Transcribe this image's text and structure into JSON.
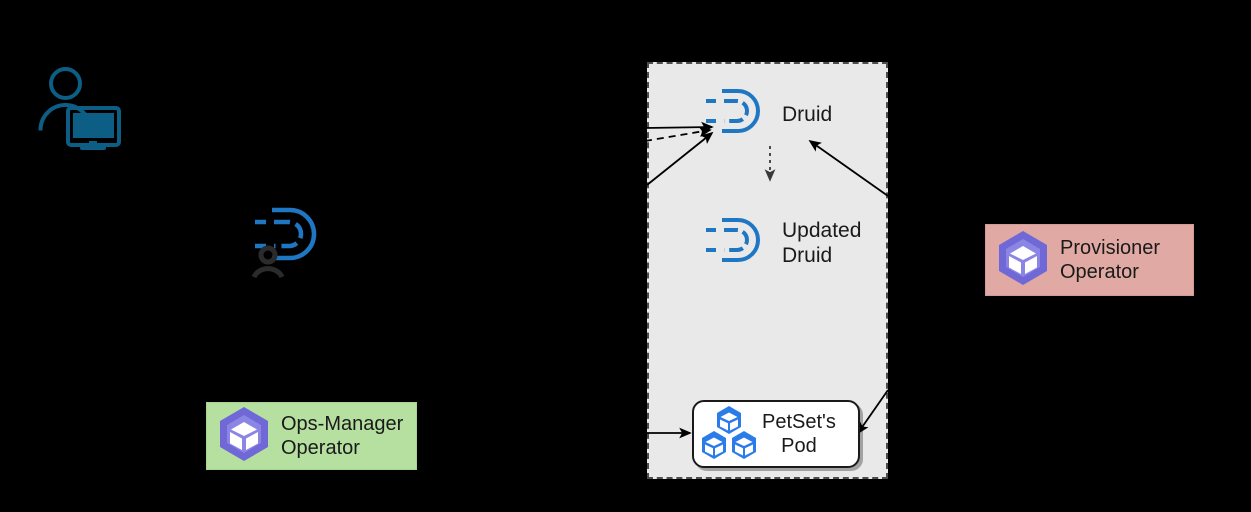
{
  "diagram": {
    "background_color": "#000000",
    "namespace_container": {
      "name": "dashed-namespace-container",
      "fill": "#e9e9e9",
      "border_style": "dashed",
      "border_color": "#4d4d4d"
    },
    "nodes": [
      {
        "id": "user-computer",
        "icon": "user-at-computer-icon",
        "label": "",
        "color": "#0d5e85"
      },
      {
        "id": "druid-user",
        "icon": "druid-magnet-with-user-icon",
        "label": "",
        "color": "#1f77c4"
      },
      {
        "id": "druid",
        "icon": "druid-magnet-icon",
        "label": "Druid",
        "color": "#1f77c4"
      },
      {
        "id": "updated-druid",
        "icon": "druid-magnet-icon",
        "label": "Updated\nDruid",
        "color": "#1f77c4"
      },
      {
        "id": "petset-pod",
        "icon": "kubernetes-pods-icon",
        "label": "PetSet's\nPod",
        "color": "#2b7ce9"
      },
      {
        "id": "ops-manager-operator",
        "icon": "operator-hexagon-icon",
        "label": "Ops-Manager\nOperator",
        "fill": "#b6e0a0",
        "icon_color": "#6f68d6"
      },
      {
        "id": "provisioner-operator",
        "icon": "operator-hexagon-icon",
        "label": "Provisioner\nOperator",
        "fill": "#e0a9a3",
        "icon_color": "#6f68d6"
      }
    ],
    "connectors": [
      {
        "id": "edge-solid-to-druid",
        "style": "solid",
        "from": "left-edge",
        "to": "druid"
      },
      {
        "id": "edge-dashed-to-druid",
        "style": "dashed",
        "from": "left-edge",
        "to": "druid"
      },
      {
        "id": "edge-diagonal-to-druid",
        "style": "solid",
        "from": "lower-left",
        "to": "druid"
      },
      {
        "id": "edge-druid-to-updated",
        "style": "dotted",
        "from": "druid",
        "to": "updated-druid"
      },
      {
        "id": "edge-provisioner-to-druid",
        "style": "solid",
        "from": "provisioner-operator",
        "to": "druid"
      },
      {
        "id": "edge-provisioner-to-petset",
        "style": "solid",
        "from": "provisioner-operator",
        "to": "petset-pod"
      },
      {
        "id": "edge-left-to-petset",
        "style": "solid",
        "from": "left-edge",
        "to": "petset-pod"
      }
    ]
  },
  "labels": {
    "druid": "Druid",
    "updated_druid": "Updated\nDruid",
    "petset_pod": "PetSet's\nPod",
    "ops_manager_operator": "Ops-Manager\nOperator",
    "provisioner_operator": "Provisioner\nOperator"
  }
}
